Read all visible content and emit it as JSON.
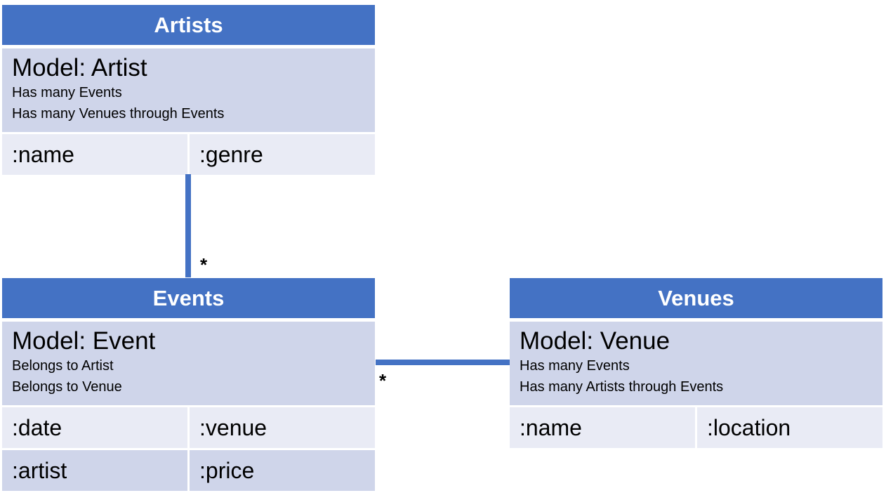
{
  "artists": {
    "header": "Artists",
    "model": "Model: Artist",
    "lines": [
      "Has many Events",
      "Has many Venues through Events"
    ],
    "attrs": [
      [
        ":name",
        ":genre"
      ]
    ]
  },
  "events": {
    "header": "Events",
    "model": "Model: Event",
    "lines": [
      "Belongs to Artist",
      "Belongs to Venue"
    ],
    "attrs": [
      [
        ":date",
        ":venue"
      ],
      [
        ":artist",
        ":price"
      ]
    ]
  },
  "venues": {
    "header": "Venues",
    "model": "Model: Venue",
    "lines": [
      "Has many Events",
      "Has many Artists through Events"
    ],
    "attrs": [
      [
        ":name",
        ":location"
      ]
    ]
  },
  "relations": {
    "artist_event_multiplicity": "*",
    "venue_event_multiplicity": "*"
  },
  "colors": {
    "header": "#4472c4",
    "model_bg": "#cfd5ea",
    "row_light": "#e9ebf5",
    "row_dark": "#cfd5ea",
    "connector": "#4472c4"
  }
}
